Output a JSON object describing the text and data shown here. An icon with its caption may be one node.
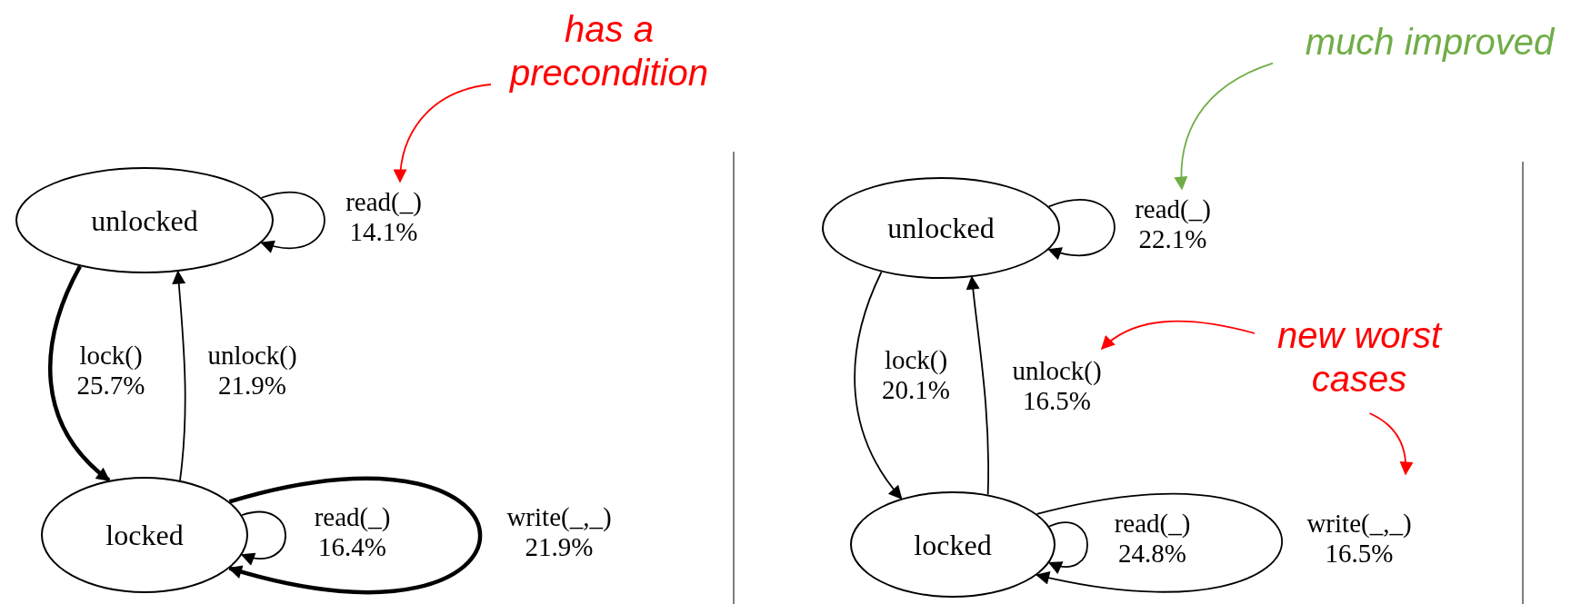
{
  "diagram": {
    "nodes": [
      {
        "text": [
          "unlocked"
        ]
      },
      {
        "text": [
          "locked"
        ]
      },
      {
        "text": [
          "unlocked"
        ]
      },
      {
        "text": [
          "locked"
        ]
      },
      {
        "text": [
          "has a precondition"
        ]
      },
      {
        "text": [
          "much improved"
        ]
      },
      {
        "text": [
          "new worst cases"
        ]
      }
    ],
    "edges": [
      {
        "from": 0,
        "to": 0,
        "arrow": "to",
        "label": "read(_) 14.1%"
      },
      {
        "from": 0,
        "to": 1,
        "arrow": "to",
        "label": "lock() 25.7%",
        "style": "thick"
      },
      {
        "from": 1,
        "to": 0,
        "arrow": "to",
        "label": "unlock() 21.9%"
      },
      {
        "from": 1,
        "to": 1,
        "arrow": "to",
        "label": "read(_) 16.4%"
      },
      {
        "from": 1,
        "to": 1,
        "arrow": "to",
        "label": "write(_,_) 21.9%",
        "style": "thick"
      },
      {
        "from": 2,
        "to": 2,
        "arrow": "to",
        "label": "read(_) 22.1%"
      },
      {
        "from": 2,
        "to": 3,
        "arrow": "to",
        "label": "lock() 20.1%"
      },
      {
        "from": 3,
        "to": 2,
        "arrow": "to",
        "label": "unlock() 16.5%"
      },
      {
        "from": 3,
        "to": 3,
        "arrow": "to",
        "label": "read(_) 24.8%"
      },
      {
        "from": 3,
        "to": 3,
        "arrow": "to",
        "label": "write(_,_) 16.5%"
      },
      {
        "from": 4,
        "to": null,
        "arrow": "to",
        "color": "#ff0000"
      },
      {
        "from": 5,
        "to": null,
        "arrow": "to",
        "color": "#70ad47"
      },
      {
        "from": 6,
        "to": null,
        "arrow": "to",
        "color": "#ff0000"
      },
      {
        "from": 6,
        "to": null,
        "arrow": "to",
        "color": "#ff0000"
      }
    ]
  }
}
